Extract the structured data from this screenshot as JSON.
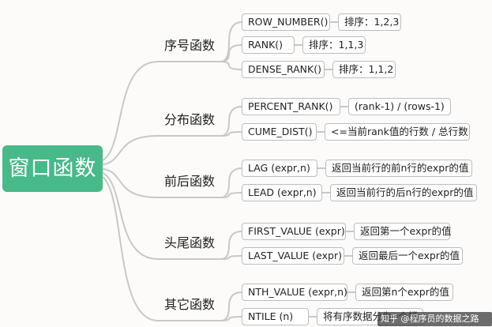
{
  "root": "窗口函数",
  "categories": [
    {
      "name": "序号函数",
      "items": [
        {
          "fn": "ROW_NUMBER()",
          "desc": "排序：1,2,3"
        },
        {
          "fn": "RANK()",
          "desc": "排序：1,1,3"
        },
        {
          "fn": "DENSE_RANK()",
          "desc": "排序：1,1,2"
        }
      ]
    },
    {
      "name": "分布函数",
      "items": [
        {
          "fn": "PERCENT_RANK()",
          "desc": "(rank-1) / (rows-1)"
        },
        {
          "fn": "CUME_DIST()",
          "desc": "<=当前rank值的行数 / 总行数"
        }
      ]
    },
    {
      "name": "前后函数",
      "items": [
        {
          "fn": "LAG (expr,n)",
          "desc": "返回当前行的前n行的expr的值"
        },
        {
          "fn": "LEAD (expr,n)",
          "desc": "返回当前行的后n行的expr的值"
        }
      ]
    },
    {
      "name": "头尾函数",
      "items": [
        {
          "fn": "FIRST_VALUE (expr)",
          "desc": "返回第一个expr的值"
        },
        {
          "fn": "LAST_VALUE (expr)",
          "desc": "返回最后一个expr的值"
        }
      ]
    },
    {
      "name": "其它函数",
      "items": [
        {
          "fn": "NTH_VALUE (expr,n)",
          "desc": "返回第n个expr的值"
        },
        {
          "fn": "NTILE (n)",
          "desc": "将有序数据分为n个桶"
        }
      ]
    }
  ],
  "watermark": "知乎 @程序员的数据之路",
  "colors": {
    "root_fill": "#48b989",
    "line": "#c8c8c8",
    "box_border": "#bdbdbd"
  }
}
